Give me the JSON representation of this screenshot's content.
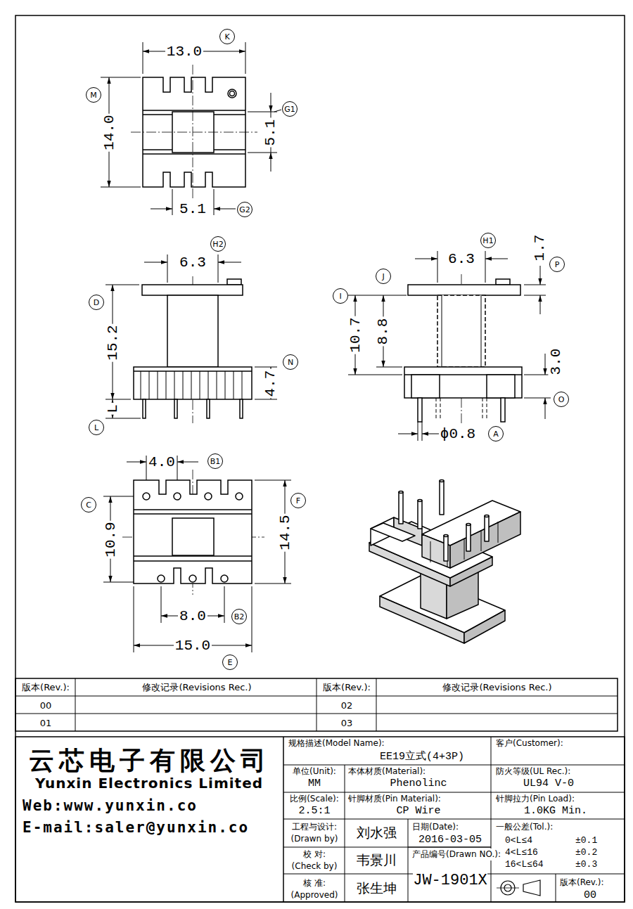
{
  "diagram": {
    "labels": [
      "13.0",
      "K",
      "M",
      "14.0",
      "5.1",
      "G1",
      "5.1",
      "G2",
      "H2",
      "6.3",
      "D",
      "15.2",
      "N",
      "4.7",
      "L",
      "L",
      "H1",
      "6.3",
      "1.7",
      "P",
      "J",
      "I",
      "10.7",
      "8.8",
      "3.0",
      "O",
      "ϕ0.8",
      "A",
      "4.0",
      "B1",
      "C",
      "10.9",
      "F",
      "14.5",
      "8.0",
      "B2",
      "15.0",
      "E",
      "版本(Rev.):",
      "修改记录(Revisions Rec.)",
      "版本(Rev.):",
      "修改记录(Revisions Rec.)",
      "00",
      "02",
      "01",
      "03",
      "云芯电子有限公司",
      "Yunxin Electronics Limited",
      "Web:www.yunxin.co",
      "E-mail:saler@yunxin.co",
      "规格描述(Model Name):",
      "EE19立式(4+3P)",
      "客户(Customer):",
      "单位(Unit):",
      "MM",
      "本体材质(Material):",
      "Phenolinc",
      "防火等级(UL Rec.):",
      "UL94 V-0",
      "比例(Scale):",
      "2.5:1",
      "针脚材质(Pin Material):",
      "CP Wire",
      "针脚拉力(Pin Load):",
      "1.0KG Min.",
      "工程与设计:",
      "(Drawn by)",
      "刘水强",
      "日期(Date):",
      "2016-03-05",
      "一般公差(Tol.):",
      "0<L≤4",
      "±0.1",
      "4<L≤16",
      "±0.2",
      "16<L≤64",
      "±0.3",
      "校  对:",
      "(Check by)",
      "韦景川",
      "产品编号(Drawn NO.):",
      "JW-1901X",
      "核  准:",
      "(Approved)",
      "张生坤",
      "版本(Rev.):",
      "00"
    ]
  }
}
